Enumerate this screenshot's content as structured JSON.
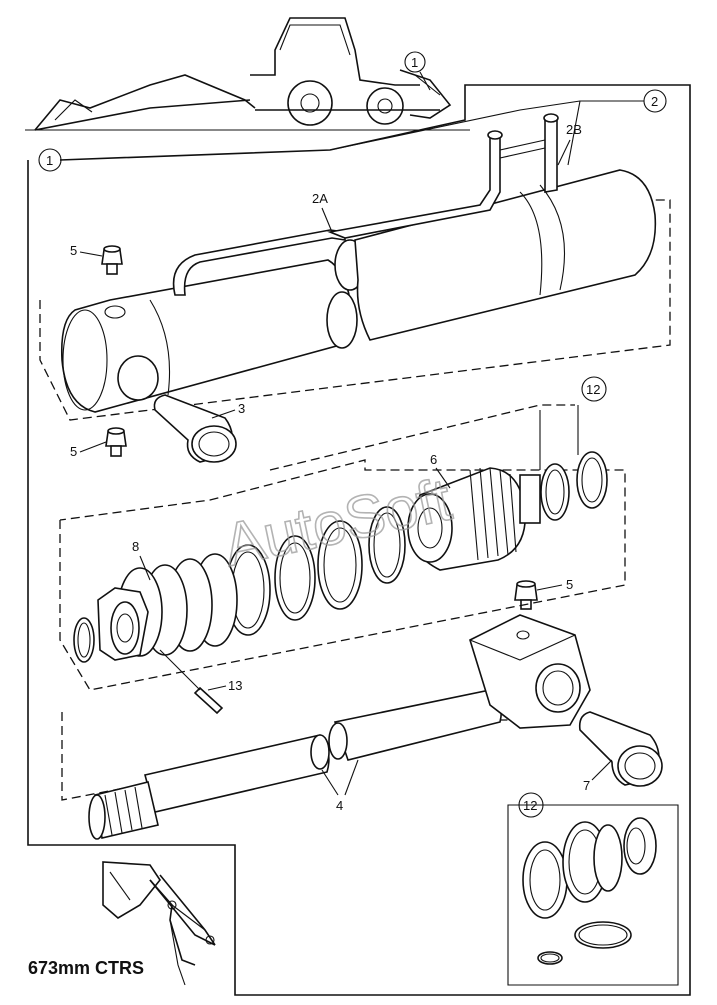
{
  "callouts": {
    "c1_top": "1",
    "c1_frame": "1",
    "c2": "2",
    "c2a": "2A",
    "c2b": "2B",
    "c3": "3",
    "c4": "4",
    "c5_a": "5",
    "c5_b": "5",
    "c5_c": "5",
    "c6": "6",
    "c7": "7",
    "c8": "8",
    "c12_a": "12",
    "c12_b": "12",
    "c13": "13"
  },
  "watermark": "AutoSoft",
  "caption": "673mm CTRS"
}
